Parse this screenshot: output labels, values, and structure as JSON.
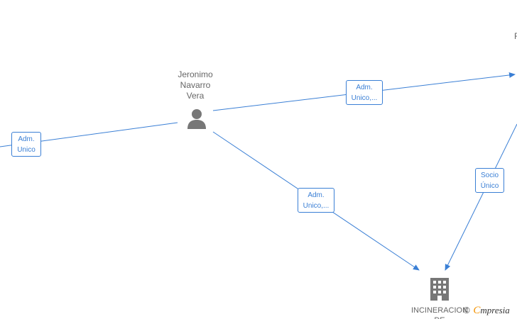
{
  "colors": {
    "edge": "#3a7fd5",
    "node_icon": "#777777",
    "brand_orange": "#f39200"
  },
  "person": {
    "name_lines": [
      "Jeronimo",
      "Navarro",
      "Vera"
    ],
    "icon": "person-icon"
  },
  "company": {
    "name": "INCINERACION",
    "name_line2": "DE",
    "icon": "building-icon"
  },
  "edge_labels": {
    "left": [
      "Adm.",
      "Unico"
    ],
    "top_right": [
      "Adm.",
      "Unico,..."
    ],
    "middle": [
      "Adm.",
      "Unico,..."
    ],
    "right": [
      "Socio",
      "Único"
    ]
  },
  "offscreen_text": "F",
  "watermark": {
    "copyright": "©",
    "brand_e": "C",
    "brand_rest": "mpresia"
  }
}
